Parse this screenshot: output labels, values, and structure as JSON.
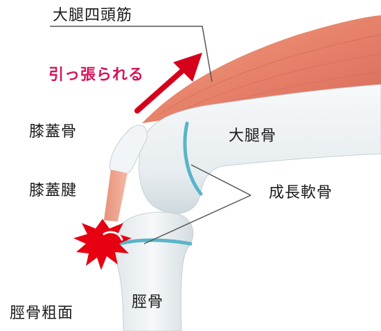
{
  "labels": {
    "quadriceps": "大腿四頭筋",
    "pulled": "引っ張られる",
    "patella": "膝蓋骨",
    "femur": "大腿骨",
    "patellar_tendon": "膝蓋腱",
    "growth_cartilage": "成長軟骨",
    "tibia": "脛骨",
    "tibial_tuberosity": "脛骨粗面"
  },
  "colors": {
    "label_text": "#1a1a1a",
    "accent_text": "#d4145a",
    "arrow": "#d6001c",
    "muscle": "#e98a6f",
    "bone": "#eef2f4",
    "bone_shadow": "#c9d3d8",
    "cartilage": "#5ab4c8",
    "pain_burst": "#e60012"
  },
  "icons": [
    "up-right-arrow-icon",
    "pain-burst-icon"
  ]
}
